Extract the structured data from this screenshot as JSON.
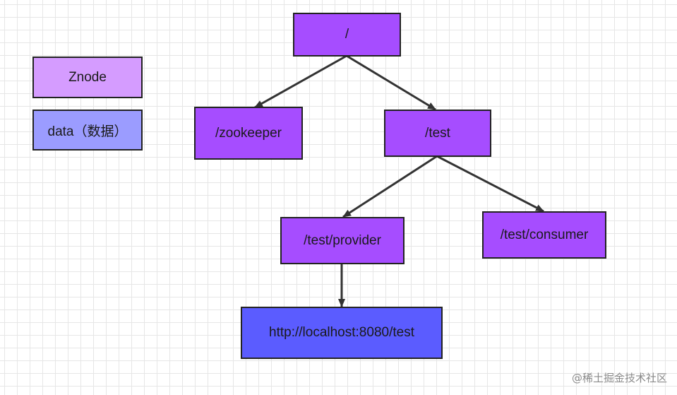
{
  "legend": {
    "znode_label": "Znode",
    "data_label": "data（数据）"
  },
  "nodes": {
    "root": "/",
    "zookeeper": "/zookeeper",
    "test": "/test",
    "provider": "/test/provider",
    "consumer": "/test/consumer",
    "provider_data": "http://localhost:8080/test"
  },
  "edges": [
    {
      "from": "root",
      "to": "zookeeper"
    },
    {
      "from": "root",
      "to": "test"
    },
    {
      "from": "test",
      "to": "provider"
    },
    {
      "from": "test",
      "to": "consumer"
    },
    {
      "from": "provider",
      "to": "provider_data"
    }
  ],
  "colors": {
    "znode": "#a64dff",
    "legend_znode": "#d59cff",
    "legend_data": "#9b9cff",
    "data_node": "#5b5cff",
    "edge": "#333333"
  },
  "watermark": "@稀土掘金技术社区"
}
